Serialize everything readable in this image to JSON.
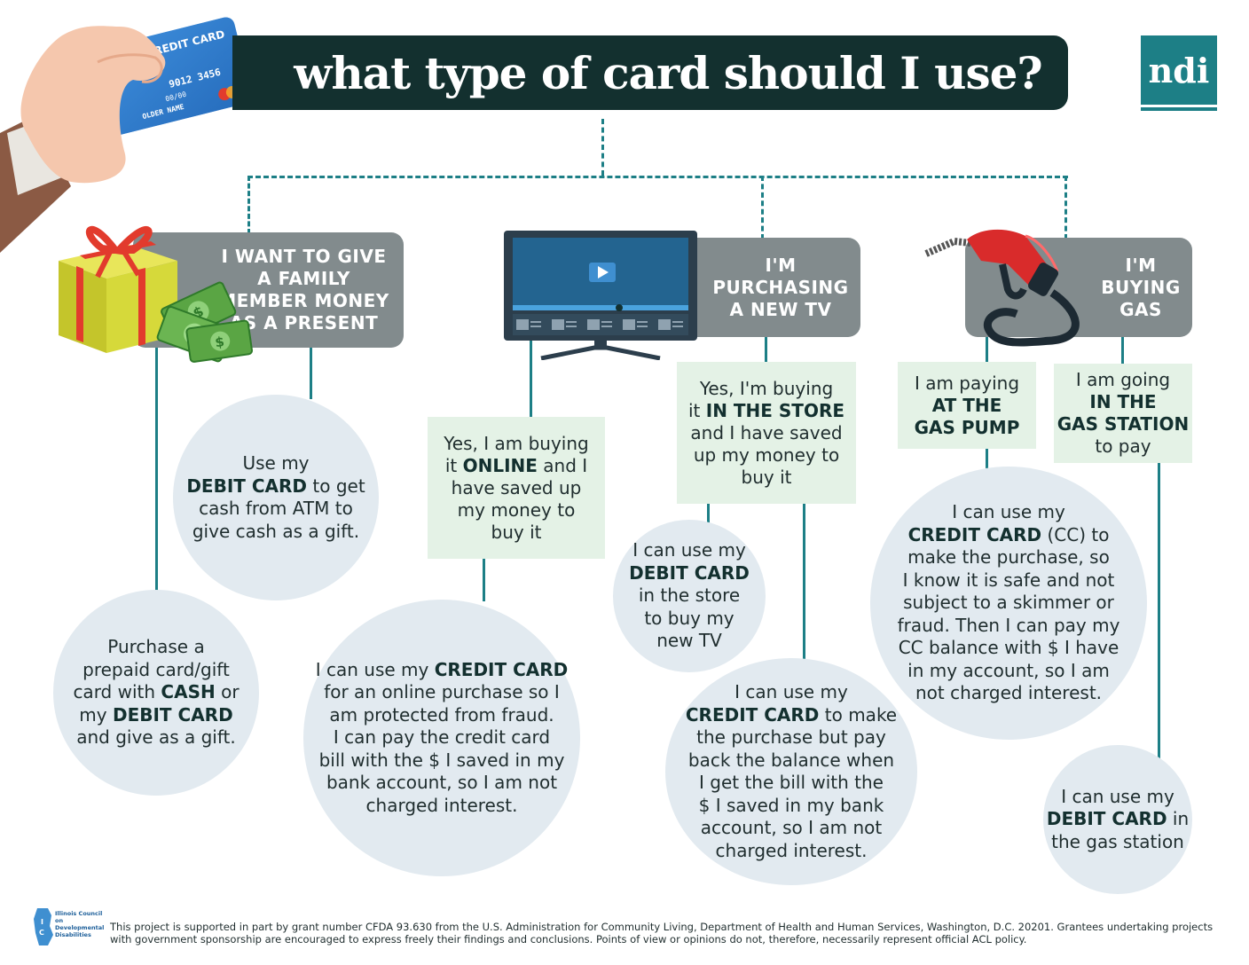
{
  "title": "what type of card should I use?",
  "logo": "ndi",
  "hand_card": {
    "brand": "CREDIT CARD",
    "number": "9012  3456",
    "expiry": "00/00",
    "holder": "OLDER NAME"
  },
  "categories": {
    "gift": "I WANT TO GIVE A FAMILY MEMBER MONEY AS A PRESENT",
    "tv": "I'M PURCHASING A NEW TV",
    "gas": "I'M BUYING GAS"
  },
  "gift_branch": {
    "circle_atm": [
      "Use my",
      "|DEBIT CARD| to get",
      "cash from ATM to",
      "give cash as a gift."
    ],
    "circle_prepaid": [
      "Purchase a",
      "prepaid card/gift",
      "card with |CASH| or",
      "my |DEBIT CARD|",
      "and give as a gift."
    ]
  },
  "tv_branch": {
    "online_box": [
      "Yes, I am buying",
      "it |ONLINE| and I",
      "have saved up",
      "my money to",
      "buy it"
    ],
    "online_circle": [
      "I can use my |CREDIT CARD|",
      "for an online purchase so I",
      "am protected from fraud.",
      "I can pay the credit card",
      "bill with the $ I saved in my",
      "bank account, so I am not",
      "charged interest."
    ],
    "store_box": [
      "Yes, I'm buying",
      "it |IN THE STORE|",
      "and I have saved",
      "up my money to",
      "buy it"
    ],
    "store_debit_circle": [
      "I can use my",
      "|DEBIT CARD|",
      "in the store",
      "to buy my",
      "new TV"
    ],
    "store_credit_circle": [
      "I can use my",
      "|CREDIT CARD| to make",
      "the purchase but pay",
      "back the balance when",
      "I get the bill with the",
      "$ I saved in my bank",
      "account, so I am not",
      "charged interest."
    ]
  },
  "gas_branch": {
    "pump_box": [
      "I am paying",
      "|AT THE|",
      "|GAS PUMP|"
    ],
    "station_box": [
      "I am going",
      "|IN THE|",
      "|GAS STATION|",
      "to pay"
    ],
    "pump_circle": [
      "I can use my",
      "|CREDIT CARD| (CC) to",
      "make the purchase, so",
      "I know it is safe and not",
      "subject to a skimmer or",
      "fraud. Then I can pay my",
      "CC balance with $ I have",
      "in my account, so I am",
      "not charged interest."
    ],
    "station_circle": [
      "I can use my",
      "|DEBIT CARD| in",
      "the gas station"
    ]
  },
  "footer": {
    "org": "Illinois Council on Developmental Disabilities",
    "text": "This project is supported in part by grant number CFDA 93.630 from the U.S. Administration for Community Living, Department of Health and Human Services, Washington, D.C. 20201. Grantees undertaking projects with government sponsorship are encouraged to express freely their findings and conclusions. Points of view or opinions do not, therefore, necessarily represent official ACL policy."
  },
  "colors": {
    "title_bg": "#13302f",
    "teal": "#1d7f86",
    "category_bg": "#828b8d",
    "box_bg": "#e4f2e6",
    "circle_bg": "#e2eaf0"
  },
  "icons": [
    "hand-credit-card-icon",
    "gift-box-icon",
    "money-bills-icon",
    "tv-icon",
    "gas-pump-icon",
    "icdd-logo-icon"
  ]
}
